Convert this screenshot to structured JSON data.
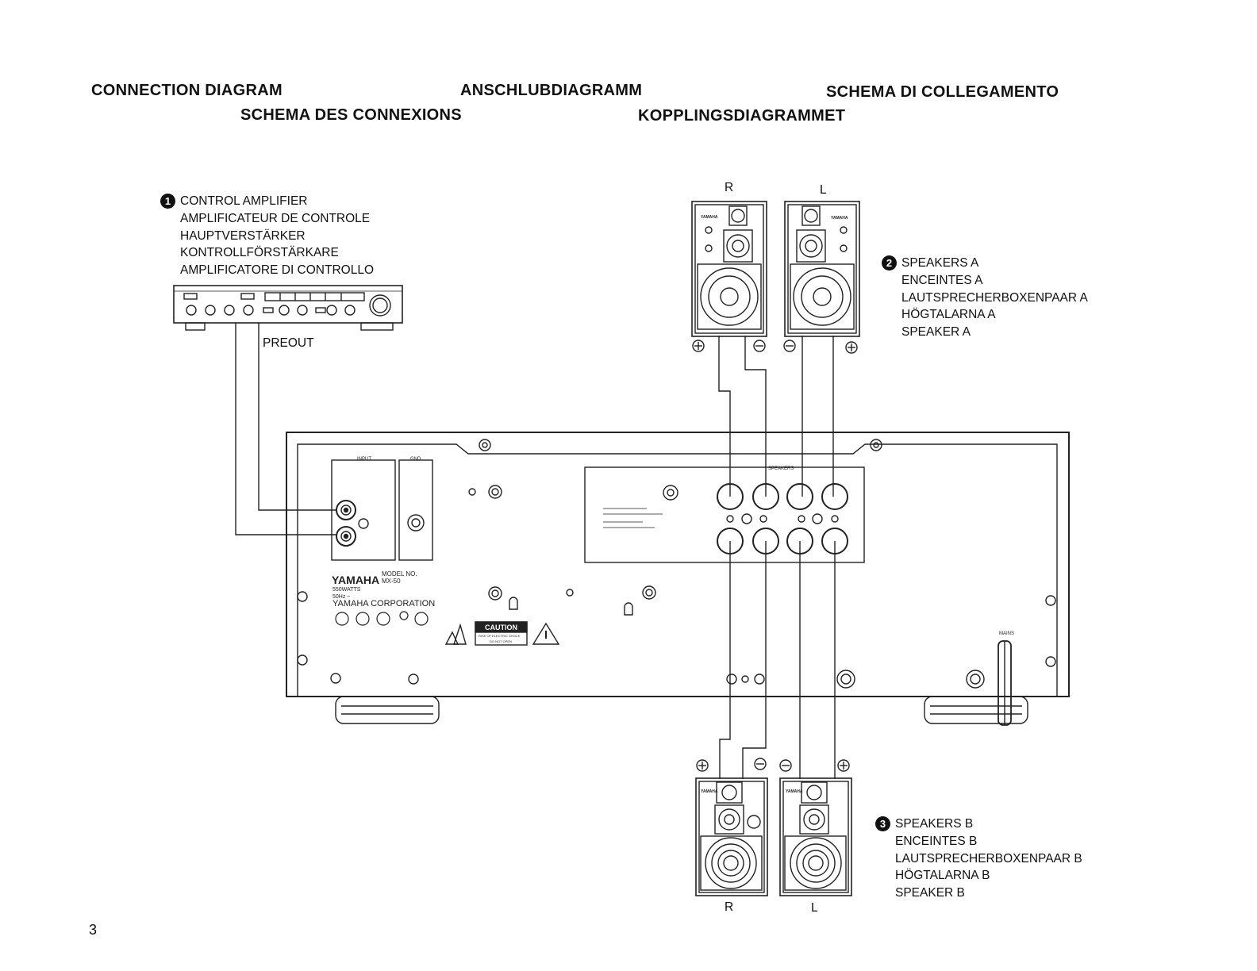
{
  "headers": {
    "en": "CONNECTION DIAGRAM",
    "de": "ANSCHLUBDIAGRAMM",
    "it": "SCHEMA DI COLLEGAMENTO",
    "fr": "SCHEMA DES CONNEXIONS",
    "sv": "KOPPLINGSDIAGRAMMET"
  },
  "control_amplifier": {
    "number": "1",
    "lines": [
      "CONTROL AMPLIFIER",
      "AMPLIFICATEUR DE CONTROLE",
      "HAUPTVERSTÄRKER",
      "KONTROLLFÖRSTÄRKARE",
      "AMPLIFICATORE DI CONTROLLO"
    ]
  },
  "preout_label": "PREOUT",
  "speakers_a": {
    "number": "2",
    "lines": [
      "SPEAKERS A",
      "ENCEINTES A",
      "LAUTSPRECHERBOXENPAAR A",
      "HÖGTALARNA A",
      "SPEAKER A"
    ],
    "right_label": "R",
    "left_label": "L"
  },
  "speakers_b": {
    "number": "3",
    "lines": [
      "SPEAKERS B",
      "ENCEINTES B",
      "LAUTSPRECHERBOXENPAAR B",
      "HÖGTALARNA B",
      "SPEAKER B"
    ],
    "right_label": "R",
    "left_label": "L"
  },
  "power_amp": {
    "brand": "YAMAHA",
    "model_label": "MODEL NO.",
    "model": "MX-50",
    "power": "550WATTS",
    "freq": "50Hz ~",
    "corp": "YAMAHA CORPORATION",
    "input_label": "INPUT",
    "gnd_label": "GND",
    "speakers_label": "SPEAKERS",
    "mains_label": "MAINS",
    "caution": "CAUTION",
    "caution_sub1": "RISK OF ELECTRIC SHOCK",
    "caution_sub2": "DO NOT OPEN"
  },
  "speaker_brand": "YAMAHA",
  "page_number": "3"
}
